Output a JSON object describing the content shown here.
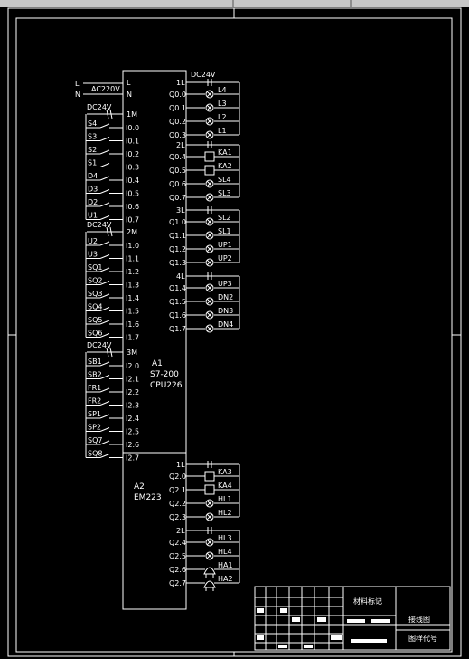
{
  "power": {
    "l_label": "L",
    "n_label": "N",
    "ac_label": "AC220V",
    "dc_label": "DC24V"
  },
  "cpu": {
    "l_pin": "L",
    "n_pin": "N",
    "designator": "A1",
    "model": "S7-200",
    "sub": "CPU226"
  },
  "ext": {
    "designator": "A2",
    "model": "EM223"
  },
  "input_groups": [
    {
      "common": "1M",
      "supply": "DC24V",
      "items": [
        {
          "addr": "I0.0",
          "device": "S4"
        },
        {
          "addr": "I0.1",
          "device": "S3"
        },
        {
          "addr": "I0.2",
          "device": "S2"
        },
        {
          "addr": "I0.3",
          "device": "S1"
        },
        {
          "addr": "I0.4",
          "device": "D4"
        },
        {
          "addr": "I0.5",
          "device": "D3"
        },
        {
          "addr": "I0.6",
          "device": "D2"
        },
        {
          "addr": "I0.7",
          "device": "U1"
        }
      ]
    },
    {
      "common": "2M",
      "supply": "DC24V",
      "items": [
        {
          "addr": "I1.0",
          "device": "U2"
        },
        {
          "addr": "I1.1",
          "device": "U3"
        },
        {
          "addr": "I1.2",
          "device": "SQ1"
        },
        {
          "addr": "I1.3",
          "device": "SQ2"
        },
        {
          "addr": "I1.4",
          "device": "SQ3"
        },
        {
          "addr": "I1.5",
          "device": "SQ4"
        },
        {
          "addr": "I1.6",
          "device": "SQ5"
        },
        {
          "addr": "I1.7",
          "device": "SQ6"
        }
      ]
    },
    {
      "common": "3M",
      "supply": "DC24V",
      "items": [
        {
          "addr": "I2.0",
          "device": "SB1"
        },
        {
          "addr": "I2.1",
          "device": "SB2"
        },
        {
          "addr": "I2.2",
          "device": "FR1"
        },
        {
          "addr": "I2.3",
          "device": "FR2"
        },
        {
          "addr": "I2.4",
          "device": "SP1"
        },
        {
          "addr": "I2.5",
          "device": "SP2"
        },
        {
          "addr": "I2.6",
          "device": "SQ7"
        },
        {
          "addr": "I2.7",
          "device": "SQ8"
        }
      ]
    }
  ],
  "output_groups": [
    {
      "common": "1L",
      "supply": "DC24V",
      "items": [
        {
          "addr": "Q0.0",
          "device": "L4",
          "type": "lamp"
        },
        {
          "addr": "Q0.1",
          "device": "L3",
          "type": "lamp"
        },
        {
          "addr": "Q0.2",
          "device": "L2",
          "type": "lamp"
        },
        {
          "addr": "Q0.3",
          "device": "L1",
          "type": "lamp"
        }
      ]
    },
    {
      "common": "2L",
      "supply": "",
      "items": [
        {
          "addr": "Q0.4",
          "device": "KA1",
          "type": "coil"
        },
        {
          "addr": "Q0.5",
          "device": "KA2",
          "type": "coil"
        },
        {
          "addr": "Q0.6",
          "device": "SL4",
          "type": "lamp"
        },
        {
          "addr": "Q0.7",
          "device": "SL3",
          "type": "lamp"
        }
      ]
    },
    {
      "common": "3L",
      "supply": "",
      "items": [
        {
          "addr": "Q1.0",
          "device": "SL2",
          "type": "lamp"
        },
        {
          "addr": "Q1.1",
          "device": "SL1",
          "type": "lamp"
        },
        {
          "addr": "Q1.2",
          "device": "UP1",
          "type": "lamp"
        },
        {
          "addr": "Q1.3",
          "device": "UP2",
          "type": "lamp"
        }
      ]
    },
    {
      "common": "4L",
      "supply": "",
      "items": [
        {
          "addr": "Q1.4",
          "device": "UP3",
          "type": "lamp"
        },
        {
          "addr": "Q1.5",
          "device": "DN2",
          "type": "lamp"
        },
        {
          "addr": "Q1.6",
          "device": "DN3",
          "type": "lamp"
        },
        {
          "addr": "Q1.7",
          "device": "DN4",
          "type": "lamp"
        }
      ]
    }
  ],
  "ext_groups": [
    {
      "common": "1L",
      "items": [
        {
          "addr": "Q2.0",
          "device": "KA3",
          "type": "coil"
        },
        {
          "addr": "Q2.1",
          "device": "KA4",
          "type": "coil"
        },
        {
          "addr": "Q2.2",
          "device": "HL1",
          "type": "lamp"
        },
        {
          "addr": "Q2.3",
          "device": "HL2",
          "type": "lamp"
        }
      ]
    },
    {
      "common": "2L",
      "items": [
        {
          "addr": "Q2.4",
          "device": "HL3",
          "type": "lamp"
        },
        {
          "addr": "Q2.5",
          "device": "HL4",
          "type": "lamp"
        },
        {
          "addr": "Q2.6",
          "device": "HA1",
          "type": "horn"
        },
        {
          "addr": "Q2.7",
          "device": "HA2",
          "type": "horn"
        }
      ]
    }
  ],
  "title_block": {
    "material_label": "材料标记",
    "drawing_name": "接线图",
    "drawing_code_label": "图样代号"
  }
}
